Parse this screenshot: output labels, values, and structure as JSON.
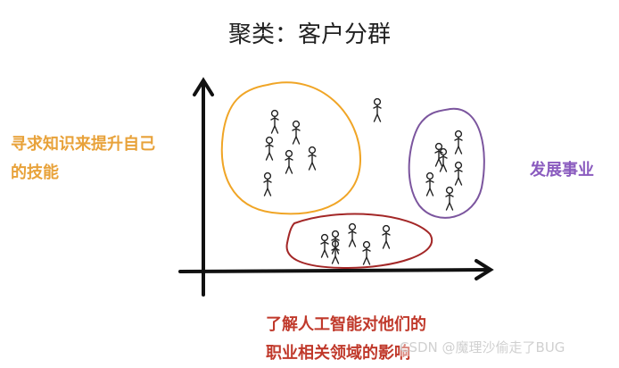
{
  "title": "聚类：客户分群",
  "labels": {
    "left_line1": "寻求知识来提升自己",
    "left_line2": "的技能",
    "right": "发展事业",
    "bottom_line1": "了解人工智能对他们的",
    "bottom_line2": "职业相关领域的影响"
  },
  "watermark": "CSDN @魔理沙偷走了BUG",
  "colors": {
    "axis": "#111111",
    "cluster_left": "#f0a526",
    "cluster_right": "#7b559e",
    "cluster_bottom": "#a32727",
    "label_left": "#e8a23a",
    "label_right": "#8a5bbf",
    "label_bottom": "#c0392b"
  },
  "clusters": [
    {
      "name": "cluster-left",
      "member_count": 6
    },
    {
      "name": "cluster-right",
      "member_count": 6
    },
    {
      "name": "cluster-bottom",
      "member_count": 6
    }
  ],
  "outliers": 1
}
